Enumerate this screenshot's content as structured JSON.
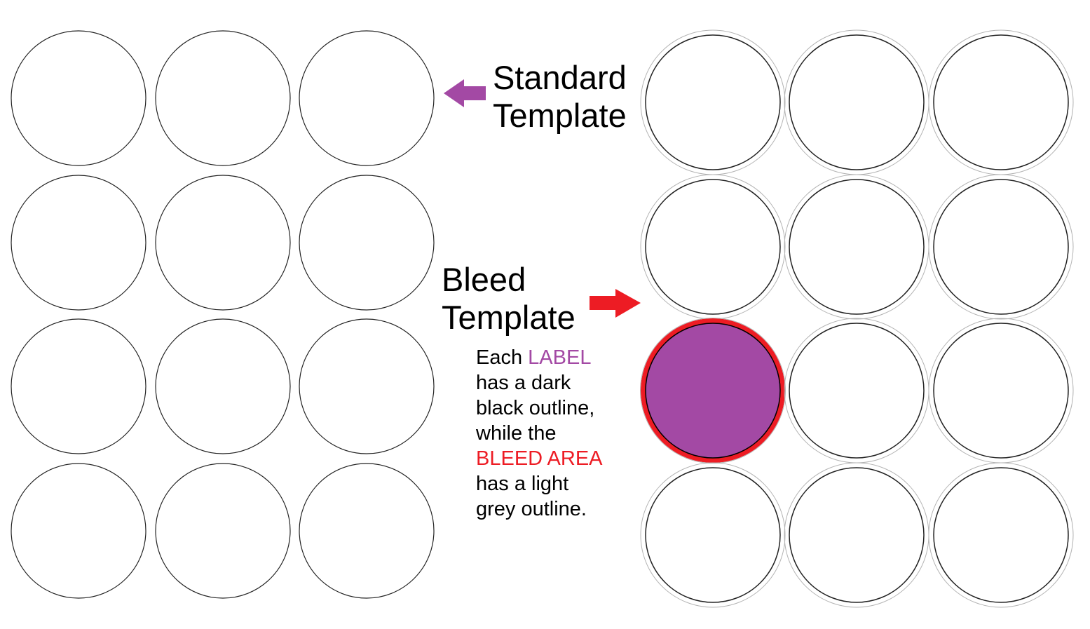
{
  "colors": {
    "label_outline": "#222222",
    "bleed_outline": "#b4b4b4",
    "highlight_fill": "#a349a4",
    "highlight_bleed": "#ed1c24",
    "arrow_standard": "#a349a4",
    "arrow_bleed": "#ed1c24"
  },
  "standard_template": {
    "title_line1": "Standard",
    "title_line2": "Template",
    "grid": {
      "rows": 4,
      "cols": 3,
      "label_radius": 96,
      "centers_x": [
        112,
        318,
        523
      ],
      "centers_y": [
        140,
        346,
        551,
        757
      ]
    }
  },
  "bleed_template": {
    "title_line1": "Bleed",
    "title_line2": "Template",
    "grid": {
      "rows": 4,
      "cols": 3,
      "label_radius": 96,
      "bleed_radius": 103,
      "centers_x": [
        1017,
        1222,
        1428
      ],
      "centers_y": [
        146,
        352,
        557,
        763
      ],
      "highlighted": {
        "row": 2,
        "col": 0
      }
    }
  },
  "explanation": {
    "line1_pre": "Each ",
    "line1_label": "LABEL",
    "line2": "has a dark",
    "line3": "black outline,",
    "line4": "while the",
    "line5_bleed": "BLEED AREA",
    "line6": "has a light",
    "line7": "grey outline."
  }
}
